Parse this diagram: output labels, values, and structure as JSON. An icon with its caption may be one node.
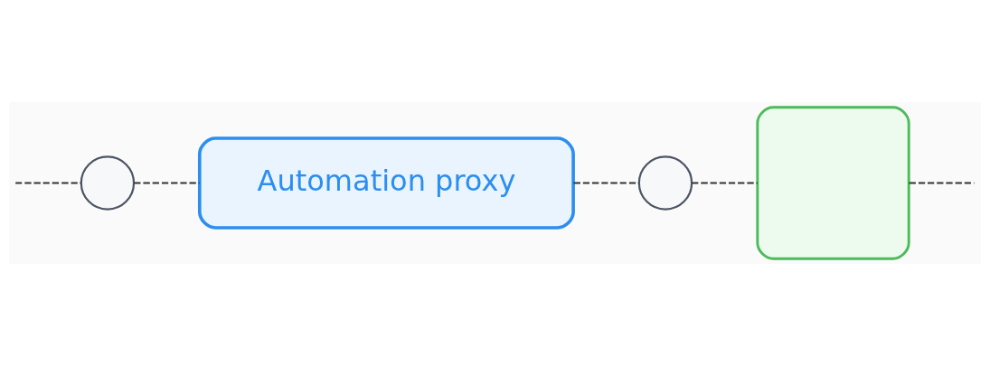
{
  "diagram": {
    "nodes": [
      {
        "text": [
          "Automation proxy"
        ]
      },
      {
        "text": [],
        "shape": "circle"
      },
      {
        "text": [],
        "shape": "circle"
      },
      {
        "text": [],
        "shape": "box"
      }
    ],
    "edges": [
      {
        "from": null,
        "to": 1,
        "arrow": "none",
        "style": "dashed"
      },
      {
        "from": 1,
        "to": 0,
        "arrow": "none",
        "style": "dashed"
      },
      {
        "from": 0,
        "to": 2,
        "arrow": "none",
        "style": "dashed"
      },
      {
        "from": 2,
        "to": 3,
        "arrow": "none",
        "style": "dashed"
      },
      {
        "from": 3,
        "to": null,
        "arrow": "none",
        "style": "dashed"
      }
    ]
  }
}
